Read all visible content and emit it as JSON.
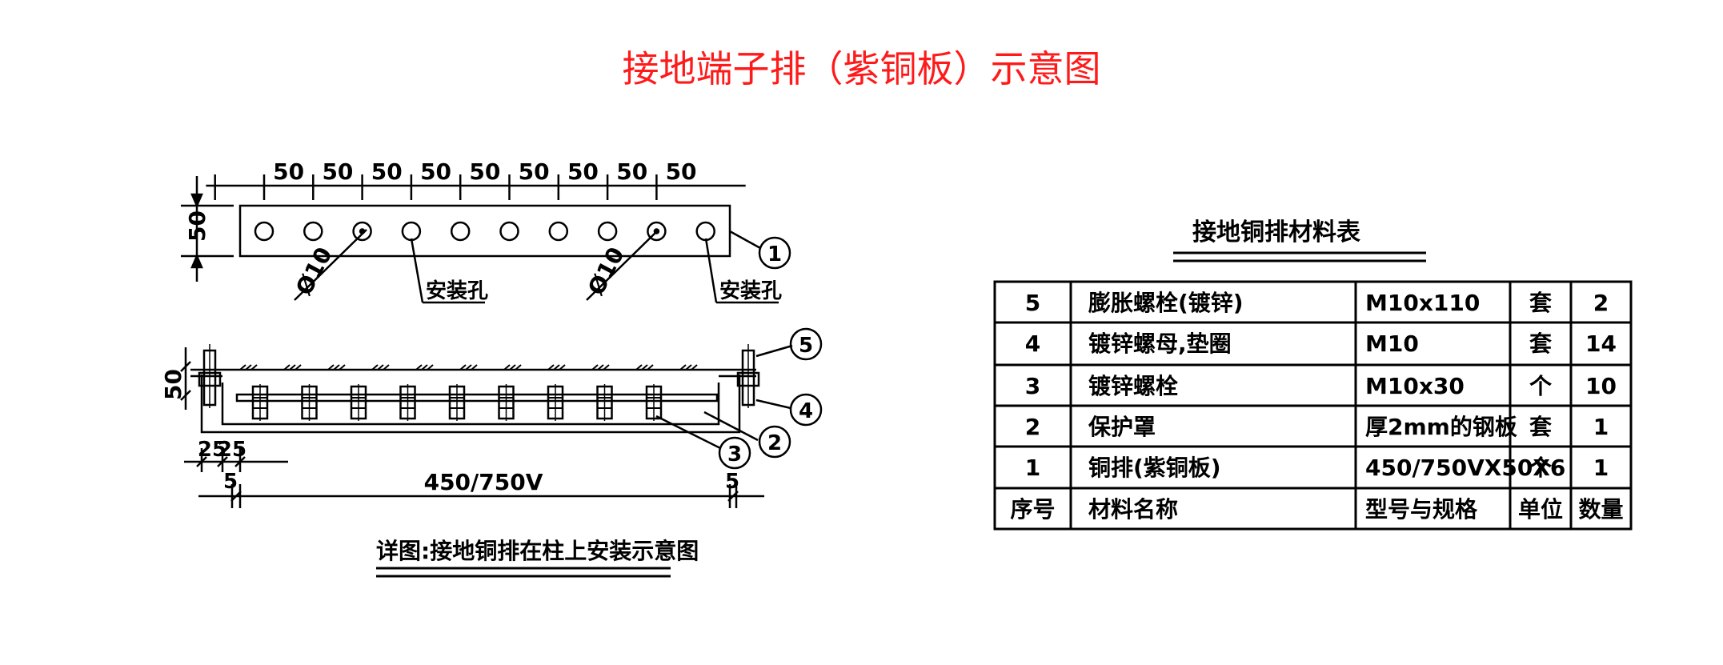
{
  "title": "接地端子排（紫铜板）示意图",
  "plan_view": {
    "spacing_label": "50",
    "spacing_count": 9,
    "height_label": "50",
    "hole_count": 10,
    "hole_dia_label": "Ø10",
    "mount_hole_label": "安装孔",
    "callout_part": "1"
  },
  "section_view": {
    "height_label": "50",
    "offset_label_a": "25",
    "offset_label_b": "25",
    "edge_label_left": "5",
    "edge_label_right": "5",
    "length_label": "450/750V",
    "callouts": [
      "5",
      "4",
      "2",
      "3"
    ],
    "caption": "详图:接地铜排在柱上安装示意图"
  },
  "table": {
    "title": "接地铜排材料表",
    "headers": [
      "序号",
      "材料名称",
      "型号与规格",
      "单位",
      "数量"
    ],
    "rows": [
      [
        "5",
        "膨胀螺栓(镀锌)",
        "M10x110",
        "套",
        "2"
      ],
      [
        "4",
        "镀锌螺母,垫圈",
        "M10",
        "套",
        "14"
      ],
      [
        "3",
        "镀锌螺栓",
        "M10x30",
        "个",
        "10"
      ],
      [
        "2",
        "保护罩",
        "厚2mm的钢板",
        "套",
        "1"
      ],
      [
        "1",
        "铜排(紫铜板)",
        "450/750VX50X6",
        "个",
        "1"
      ]
    ]
  }
}
